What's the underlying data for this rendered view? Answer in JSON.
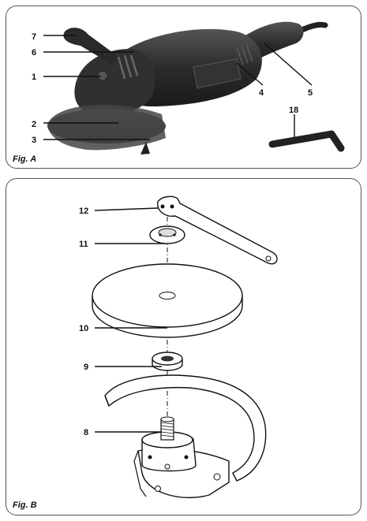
{
  "figures": [
    {
      "label": "Fig. A",
      "callouts": [
        "7",
        "6",
        "1",
        "2",
        "3",
        "4",
        "5",
        "18"
      ]
    },
    {
      "label": "Fig. B",
      "callouts": [
        "12",
        "11",
        "10",
        "9",
        "8"
      ]
    }
  ],
  "colors": {
    "tool_body": "#2a2a2a",
    "tool_highlight": "#4a4a4a",
    "outline": "#111111",
    "panel_border": "#555555"
  }
}
